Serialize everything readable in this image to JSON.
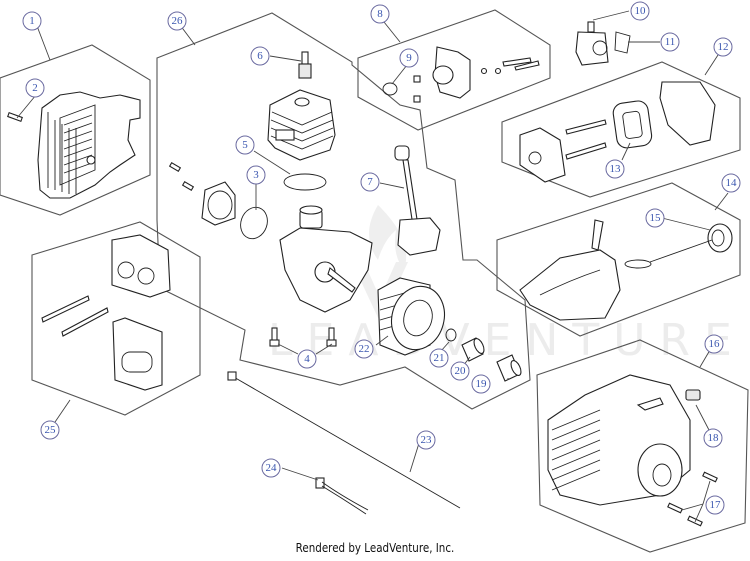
{
  "diagram": {
    "type": "exploded-parts-diagram",
    "watermark": "LEADVENTURE",
    "footer": "Rendered by LeadVenture, Inc.",
    "callouts": [
      {
        "id": "1",
        "label": "1"
      },
      {
        "id": "2",
        "label": "2"
      },
      {
        "id": "3",
        "label": "3"
      },
      {
        "id": "4",
        "label": "4"
      },
      {
        "id": "5",
        "label": "5"
      },
      {
        "id": "6",
        "label": "6"
      },
      {
        "id": "7",
        "label": "7"
      },
      {
        "id": "8",
        "label": "8"
      },
      {
        "id": "9",
        "label": "9"
      },
      {
        "id": "10",
        "label": "10"
      },
      {
        "id": "11",
        "label": "11"
      },
      {
        "id": "12",
        "label": "12"
      },
      {
        "id": "13",
        "label": "13"
      },
      {
        "id": "14",
        "label": "14"
      },
      {
        "id": "15",
        "label": "15"
      },
      {
        "id": "16",
        "label": "16"
      },
      {
        "id": "17",
        "label": "17"
      },
      {
        "id": "18",
        "label": "18"
      },
      {
        "id": "19",
        "label": "19"
      },
      {
        "id": "20",
        "label": "20"
      },
      {
        "id": "21",
        "label": "21"
      },
      {
        "id": "22",
        "label": "22"
      },
      {
        "id": "23",
        "label": "23"
      },
      {
        "id": "24",
        "label": "24"
      },
      {
        "id": "25",
        "label": "25"
      },
      {
        "id": "26",
        "label": "26"
      }
    ],
    "colors": {
      "callout_text": "#3a56b0",
      "callout_ring": "#6a6aa0",
      "line": "#222222",
      "watermark": "#ececec"
    }
  }
}
